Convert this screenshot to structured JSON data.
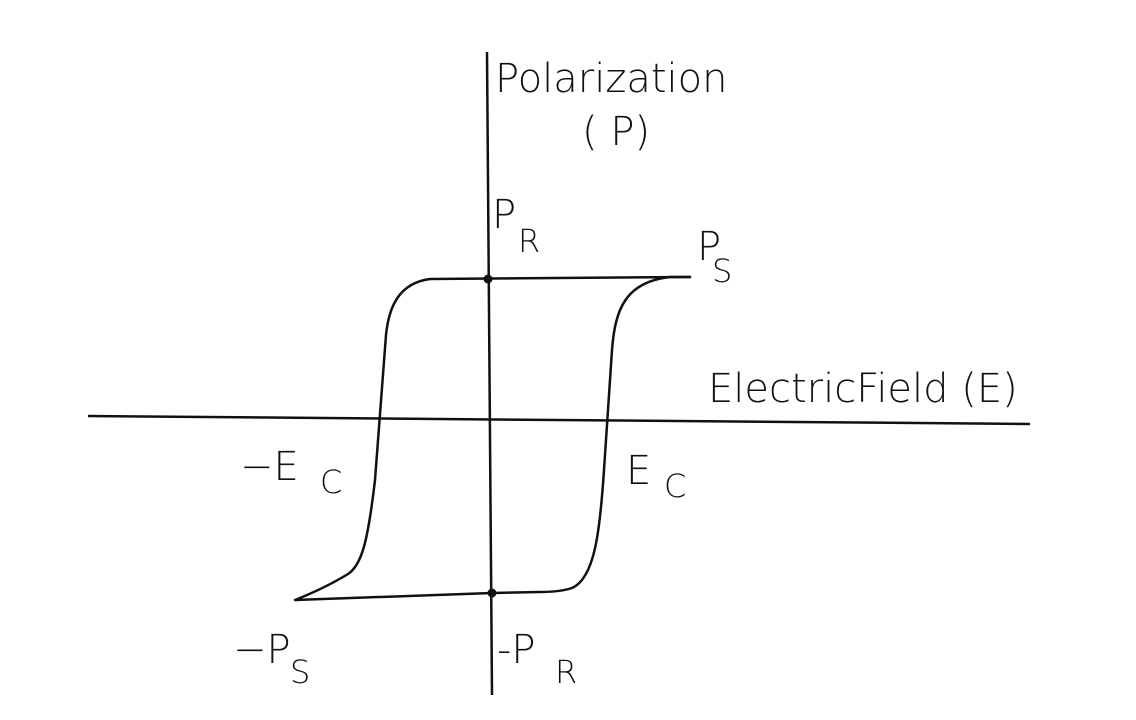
{
  "figure": {
    "axis_labels": {
      "y_line1": "Polarization",
      "y_line2": "( P)",
      "x": "ElectricField (E)"
    },
    "points": {
      "pr_main": "P",
      "pr_sub": "R",
      "ps_main": "P",
      "ps_sub": "S",
      "neg_ec_main": "−E",
      "neg_ec_sub": "C",
      "ec_main": "E",
      "ec_sub": "C",
      "neg_ps_main": "−P",
      "neg_ps_sub": "S",
      "neg_pr_main": "-P",
      "neg_pr_sub": "R"
    },
    "colors": {
      "ink": "#111111",
      "background": "#ffffff"
    }
  }
}
